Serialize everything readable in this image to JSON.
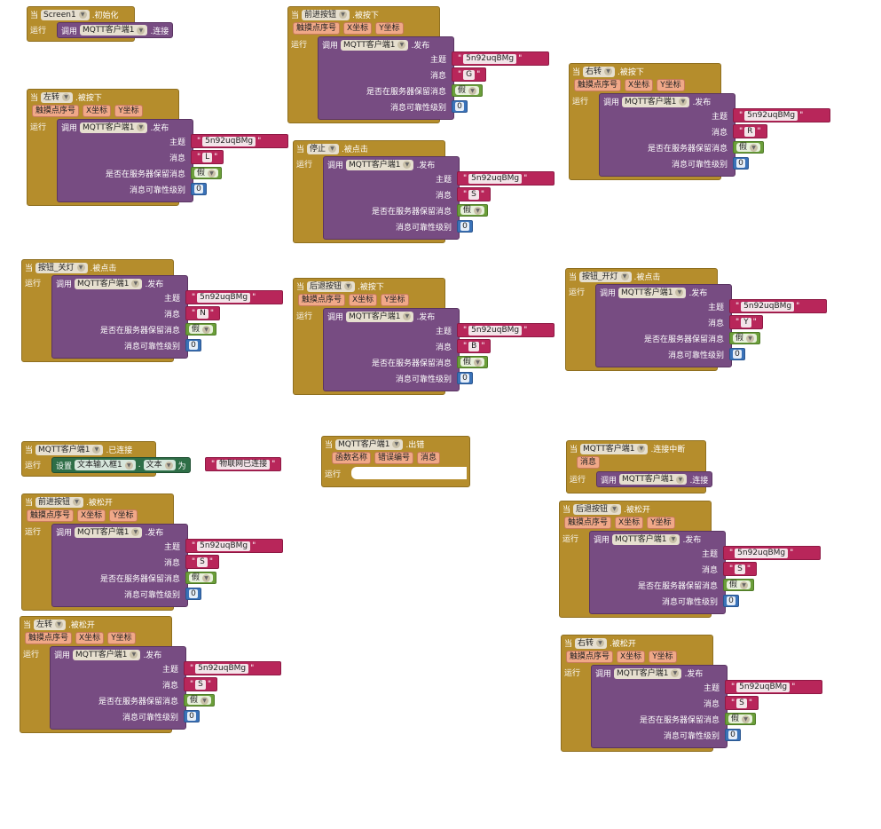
{
  "common": {
    "when": "当",
    "run": "运行",
    "call": "调用",
    "mqtt_component": "MQTT客户端1",
    "publish": ".发布",
    "topic_label": "主题",
    "message_label": "消息",
    "retain_label": "是否在服务器保留消息",
    "qos_label": "消息可靠性级别",
    "topic_value": "5n92uqBMg",
    "false_value": "假",
    "qos_value": "0",
    "param_touch": "触摸点序号",
    "param_x": "X坐标",
    "param_y": "Y坐标"
  },
  "blocks": {
    "init": {
      "component": "Screen1",
      "event": ".初始化",
      "method": ".连接"
    },
    "forward_down": {
      "component": "前进按钮",
      "event": ".被按下",
      "message": "G"
    },
    "left_down": {
      "component": "左转",
      "event": ".被按下",
      "message": "L"
    },
    "right_down": {
      "component": "右转",
      "event": ".被按下",
      "message": "R"
    },
    "stop_click": {
      "component": "停止",
      "event": ".被点击",
      "message": "S"
    },
    "light_off_click": {
      "component": "按钮_关灯",
      "event": ".被点击",
      "message": "N"
    },
    "back_down": {
      "component": "后退按钮",
      "event": ".被按下",
      "message": "B"
    },
    "light_on_click": {
      "component": "按钮_开灯",
      "event": ".被点击",
      "message": "Y"
    },
    "connected": {
      "component": "MQTT客户端1",
      "event": ".已连接",
      "set": "设置",
      "target": "文本输入框1",
      "property": "文本",
      "to": "为",
      "value": "物联网已连接"
    },
    "error": {
      "component": "MQTT客户端1",
      "event": ".出错",
      "params": [
        "函数名称",
        "错误编号",
        "消息"
      ]
    },
    "disconnected": {
      "component": "MQTT客户端1",
      "event": ".连接中断",
      "params": [
        "消息"
      ],
      "method": ".连接"
    },
    "forward_up": {
      "component": "前进按钮",
      "event": ".被松开",
      "message": "S"
    },
    "back_up": {
      "component": "后退按钮",
      "event": ".被松开",
      "message": "S"
    },
    "left_up": {
      "component": "左转",
      "event": ".被松开",
      "message": "S"
    },
    "right_up": {
      "component": "右转",
      "event": ".被松开",
      "message": "S"
    }
  },
  "colors": {
    "event_block": "#b58d2c",
    "component_call": "#774c82",
    "text_string": "#b8265a",
    "logic_boolean": "#6b9e3a",
    "math_number": "#3a72b8",
    "set_property": "#2e6e47",
    "parameter": "#f0a888"
  }
}
